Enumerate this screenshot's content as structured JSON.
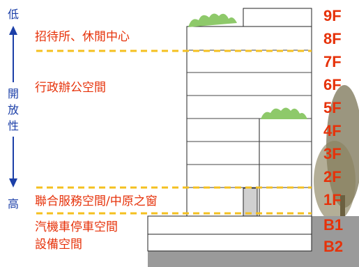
{
  "openness": {
    "low": "低",
    "mid": [
      "開",
      "放",
      "性"
    ],
    "high": "高"
  },
  "functions": {
    "reception": "招待所、休閒中心",
    "admin": "行政辦公空間",
    "public": "聯合服務空間/中原之窗",
    "parking": "汽機車停車空間",
    "equipment": "設備空間"
  },
  "floors": [
    "9F",
    "8F",
    "7F",
    "6F",
    "5F",
    "4F",
    "3F",
    "2F",
    "1F",
    "B1",
    "B2"
  ],
  "colors": {
    "accent": "#e6320a",
    "axis": "#1b3fa8",
    "divider": "#f4c020",
    "ground": "#9a9a9a"
  }
}
